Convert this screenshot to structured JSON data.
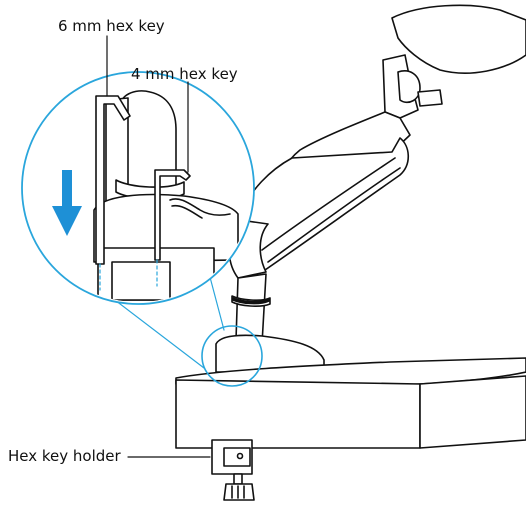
{
  "labels": {
    "hex_6mm": "6 mm hex key",
    "hex_4mm": "4 mm hex key",
    "holder": "Hex key holder"
  },
  "colors": {
    "line": "#111111",
    "fill": "#ffffff",
    "arrow": "#1e90d6",
    "detail_circle": "#2aa6dc",
    "callout_lines": "#2aa6dc"
  },
  "icons": {
    "direction_arrow": "down-arrow-icon"
  }
}
